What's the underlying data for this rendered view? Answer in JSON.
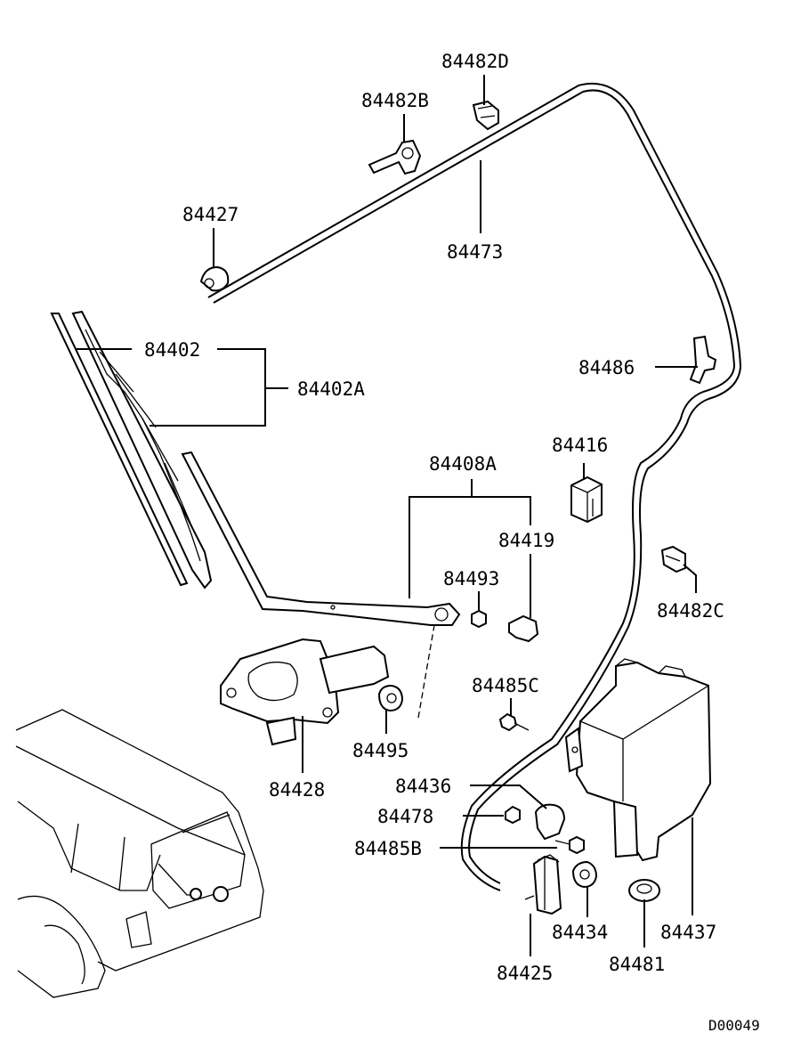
{
  "parts": [
    {
      "id": "p84482D",
      "label": "84482D"
    },
    {
      "id": "p84482B",
      "label": "84482B"
    },
    {
      "id": "p84427",
      "label": "84427"
    },
    {
      "id": "p84473",
      "label": "84473"
    },
    {
      "id": "p84402",
      "label": "84402"
    },
    {
      "id": "p84402A",
      "label": "84402A"
    },
    {
      "id": "p84486",
      "label": "84486"
    },
    {
      "id": "p84416",
      "label": "84416"
    },
    {
      "id": "p84408A",
      "label": "84408A"
    },
    {
      "id": "p84419",
      "label": "84419"
    },
    {
      "id": "p84493",
      "label": "84493"
    },
    {
      "id": "p84482C",
      "label": "84482C"
    },
    {
      "id": "p84485C",
      "label": "84485C"
    },
    {
      "id": "p84495",
      "label": "84495"
    },
    {
      "id": "p84428",
      "label": "84428"
    },
    {
      "id": "p84436",
      "label": "84436"
    },
    {
      "id": "p84478",
      "label": "84478"
    },
    {
      "id": "p84485B",
      "label": "84485B"
    },
    {
      "id": "p84434",
      "label": "84434"
    },
    {
      "id": "p84437",
      "label": "84437"
    },
    {
      "id": "p84481",
      "label": "84481"
    },
    {
      "id": "p84425",
      "label": "84425"
    }
  ],
  "diagram_code": "D00049"
}
